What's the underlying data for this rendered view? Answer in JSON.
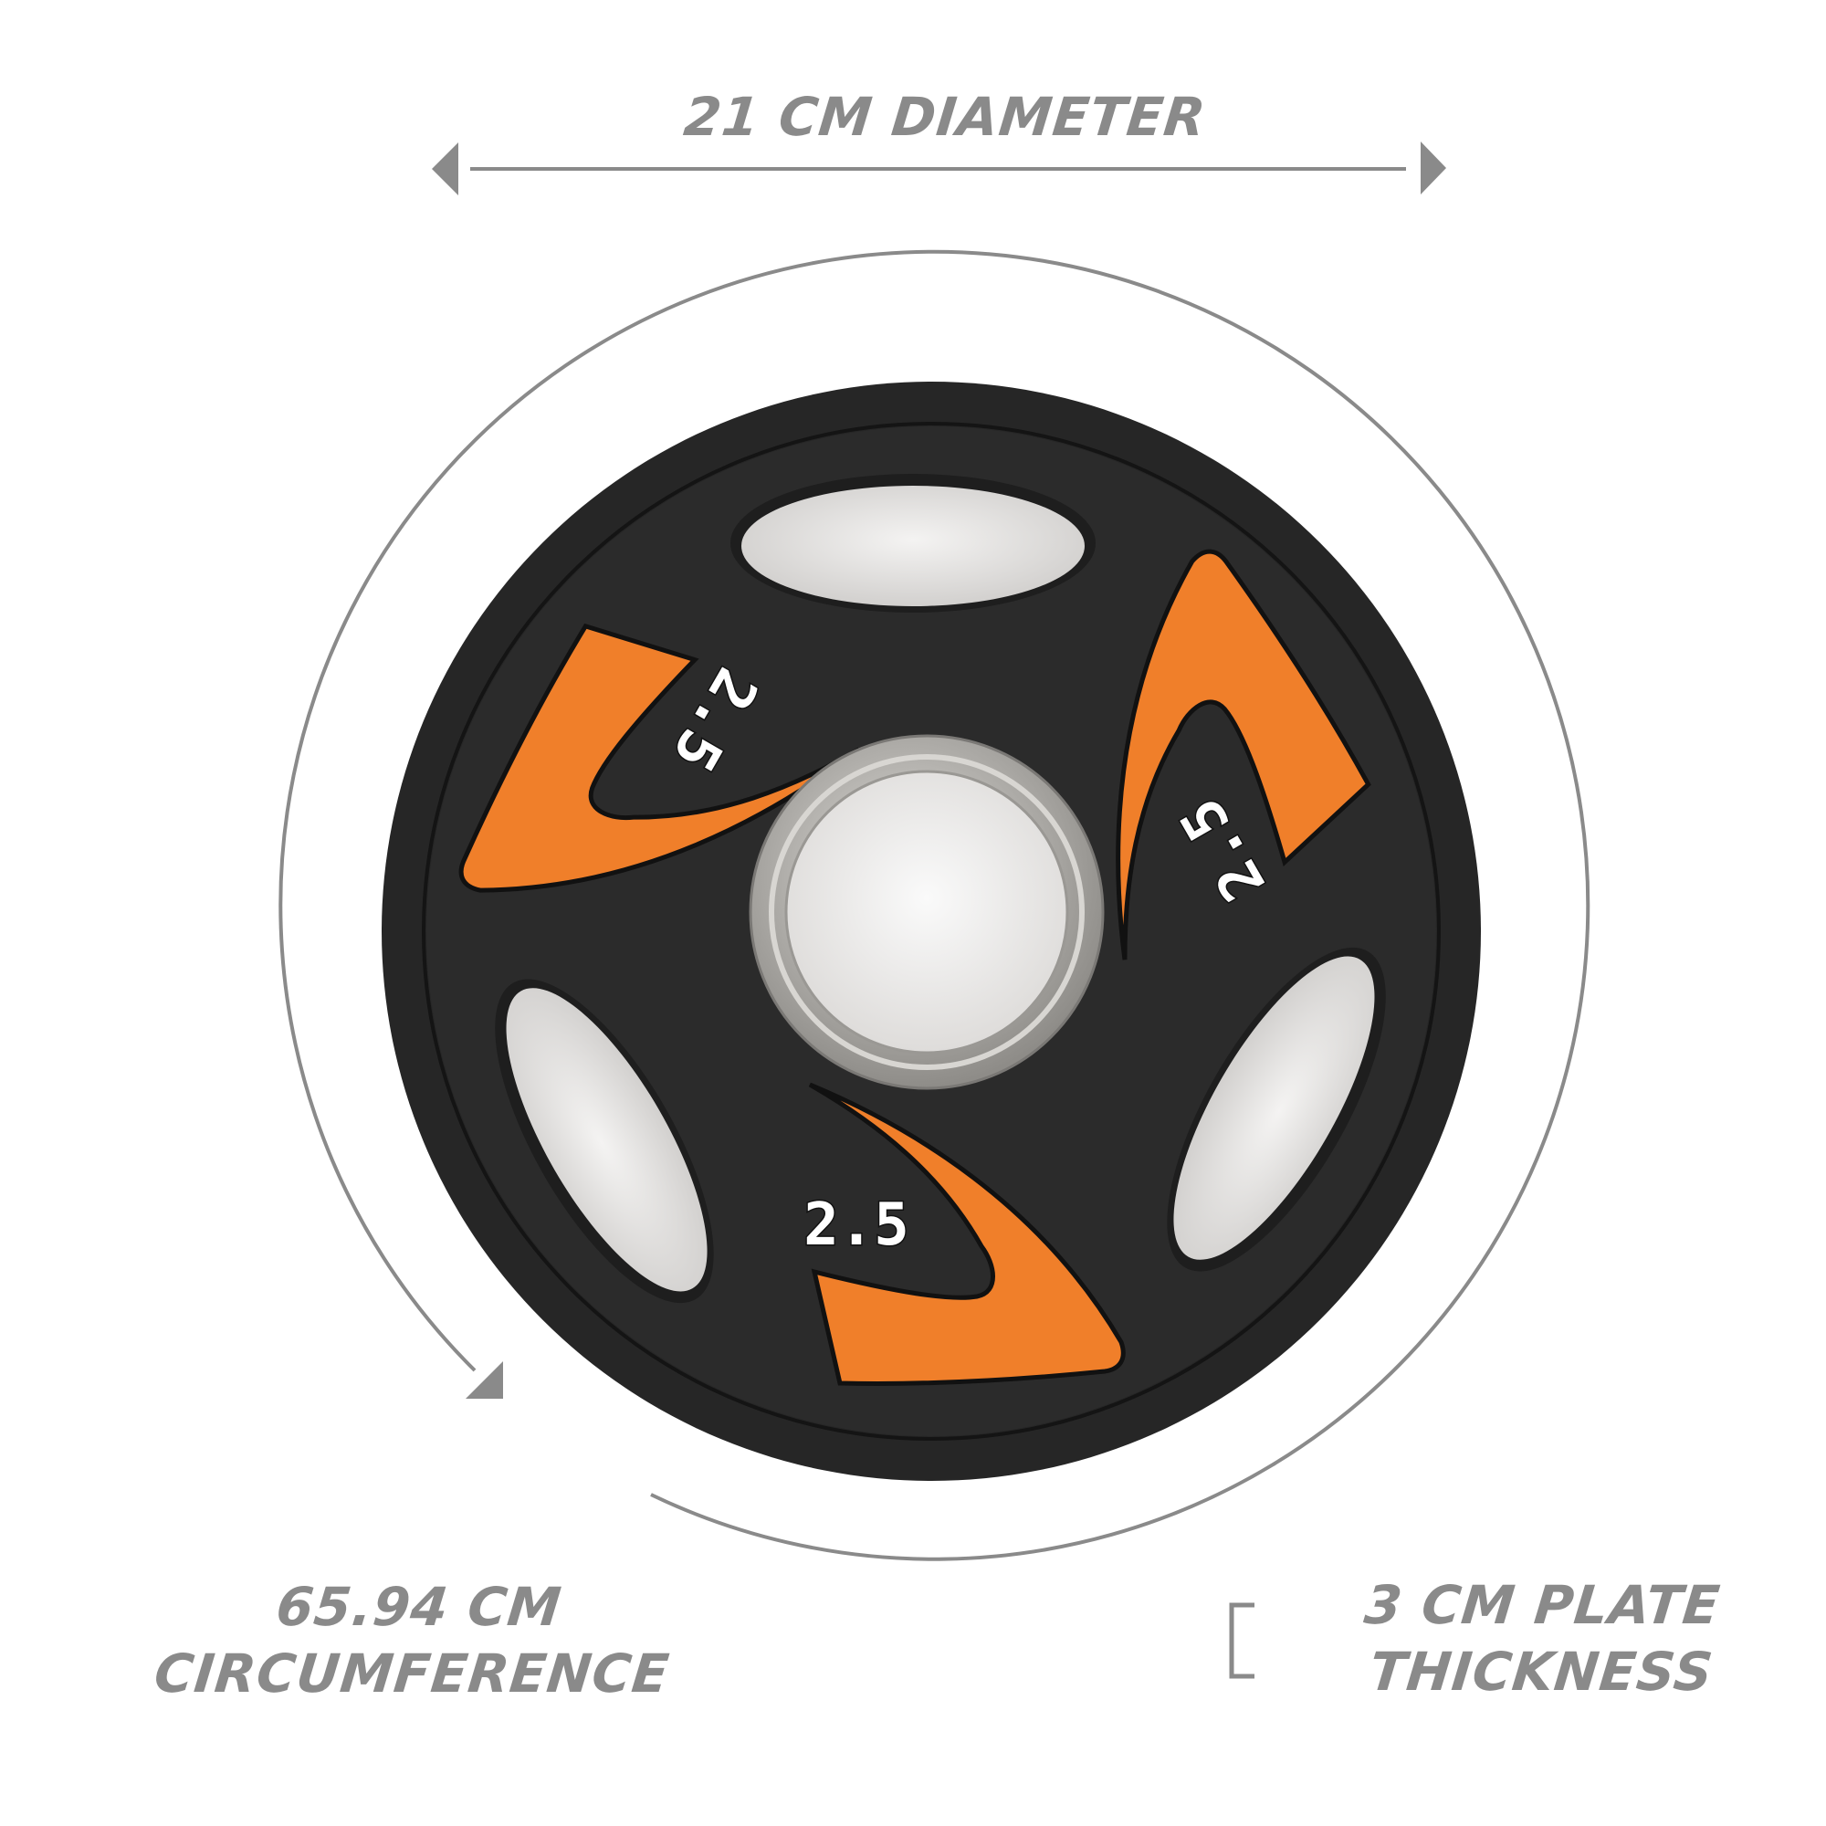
{
  "dimensions": {
    "diameter": {
      "value": "21",
      "unit": "CM",
      "text": "21 CM DIAMETER"
    },
    "circumference": {
      "line1": "65.94 CM",
      "line2": "CIRCUMFERENCE"
    },
    "thickness": {
      "line1": "3 CM PLATE",
      "line2": "THICKNESS"
    }
  },
  "plate": {
    "weight_label": "2.5",
    "labels": [
      "2.5",
      "2.5",
      "2.5"
    ],
    "colors": {
      "rubber": "#2a2a2a",
      "rubber_edge": "#1e1e1e",
      "accent": "#f07f2a",
      "ring": "#b8b6b2",
      "hole_fill": "#e8e6e4",
      "text": "#ffffff"
    }
  },
  "annotation_color": "#8a8a8a"
}
